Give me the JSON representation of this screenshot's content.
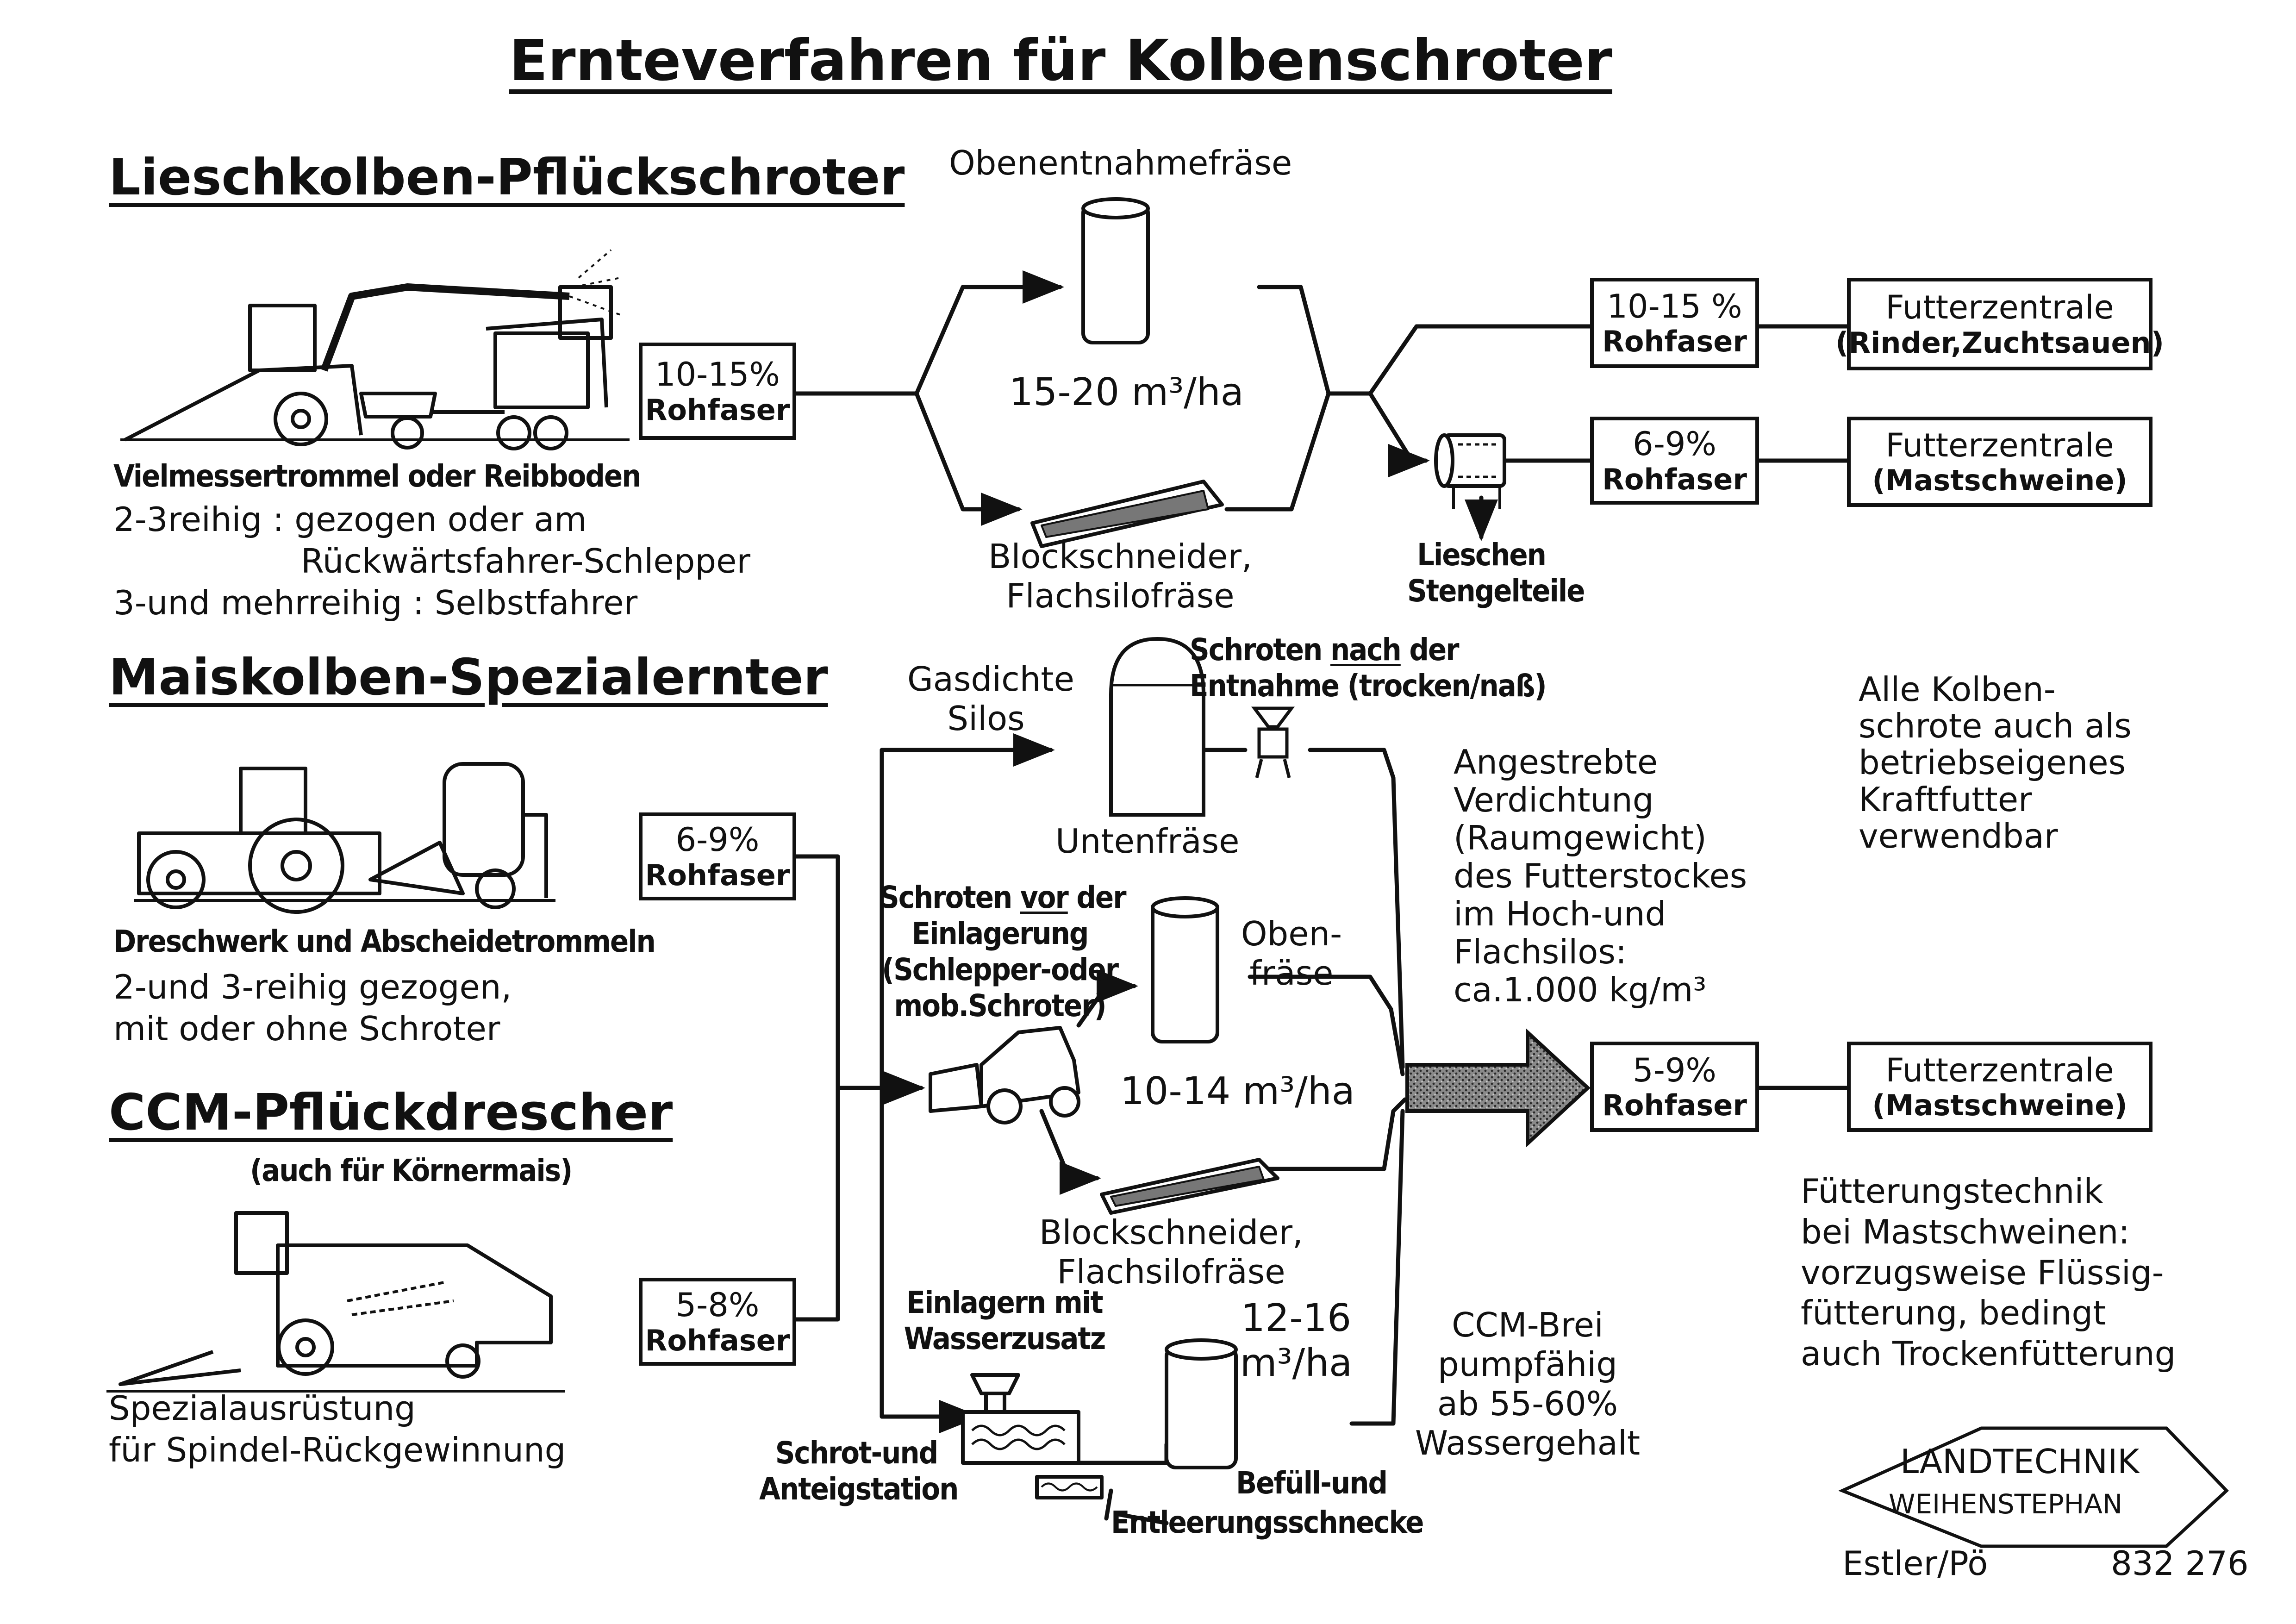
{
  "title": "Ernteverfahren für Kolbenschroter",
  "sections": {
    "liesch": {
      "heading": "Lieschkolben-Pflückschroter",
      "line1": "Vielmessertrommel oder Reibboden",
      "line2": "2-3reihig : gezogen oder am",
      "line3": "Rückwärtsfahrer-Schlepper",
      "line4": "3-und mehrreihig : Selbstfahrer",
      "box": {
        "value": "10-15%",
        "unit": "Rohfaser"
      }
    },
    "mais": {
      "heading": "Maiskolben-Spezialernter",
      "line1": "Dreschwerk und Abscheidetrommeln",
      "line2": "2-und 3-reihig gezogen,",
      "line3": "mit oder ohne Schroter",
      "box": {
        "value": "6-9%",
        "unit": "Rohfaser"
      }
    },
    "ccm": {
      "heading": "CCM-Pflückdrescher",
      "sub": "(auch für Körnermais)",
      "line1": "Spezialausrüstung",
      "line2": "für Spindel-Rückgewinnung",
      "box": {
        "value": "5-8%",
        "unit": "Rohfaser"
      }
    }
  },
  "top_flow": {
    "obenentnahme": "Obenentnahmefräse",
    "volume": "15-20 m³/ha",
    "block1": "Blockschneider,",
    "block2": "Flachsilofräse",
    "out1": {
      "value": "10-15 %",
      "unit": "Rohfaser"
    },
    "out2": {
      "value": "6-9%",
      "unit": "Rohfaser"
    },
    "lieschen1": "Lieschen",
    "lieschen2": "Stengelteile",
    "fz1a": "Futterzentrale",
    "fz1b": "(Rinder,Zuchtsauen)",
    "fz2a": "Futterzentrale",
    "fz2b": "(Mastschweine)"
  },
  "lower_flow": {
    "gasdichte1": "Gasdichte",
    "gasdichte2": "Silos",
    "schroten_nach1": "Schroten ",
    "schroten_nach_u": "nach",
    "schroten_nach2": " der",
    "schroten_nach3": "Entnahme (trocken/naß)",
    "untenfraese": "Untenfräse",
    "schroten_vor1": "Schroten ",
    "schroten_vor_u": "vor",
    "schroten_vor2": " der",
    "schroten_vor3": "Einlagerung",
    "schroten_vor4": "(Schlepper-oder",
    "schroten_vor5": "mob.Schroter)",
    "obenfraese1": "Oben-",
    "obenfraese2": "fräse",
    "volume2": "10-14 m³/ha",
    "block1": "Blockschneider,",
    "block2": "Flachsilofräse",
    "einlagern1": "Einlagern mit",
    "einlagern2": "Wasserzusatz",
    "volume3a": "12-16",
    "volume3b": "m³/ha",
    "anteig1": "Schrot-und",
    "anteig2": "Anteigstation",
    "befuell1": "Befüll-und",
    "befuell2": "Entleerungsschnecke",
    "ccm_brei1": "CCM-Brei",
    "ccm_brei2": "pumpfähig",
    "ccm_brei3": "ab 55-60%",
    "ccm_brei4": "Wassergehalt",
    "verdichtung": [
      "Angestrebte",
      "Verdichtung",
      "(Raumgewicht)",
      "des Futterstockes",
      "im Hoch-und",
      "Flachsilos:",
      "ca.1.000 kg/m³"
    ],
    "out3": {
      "value": "5-9%",
      "unit": "Rohfaser"
    },
    "fz3a": "Futterzentrale",
    "fz3b": "(Mastschweine)"
  },
  "notes": {
    "alle": [
      "Alle Kolben-",
      "schrote auch als",
      "betriebseigenes",
      "Kraftfutter",
      "verwendbar"
    ],
    "fuetterung": [
      "Fütterungstechnik",
      "bei Mastschweinen:",
      "vorzugsweise Flüssig-",
      "fütterung, bedingt",
      "auch Trockenfütterung"
    ]
  },
  "footer": {
    "logo1": "LANDTECHNIK",
    "logo2": "WEIHENSTEPHAN",
    "author": "Estler/Pö",
    "number": "832 276"
  },
  "colors": {
    "ink": "#111111",
    "paper": "#ffffff",
    "stipple": "#555555"
  }
}
